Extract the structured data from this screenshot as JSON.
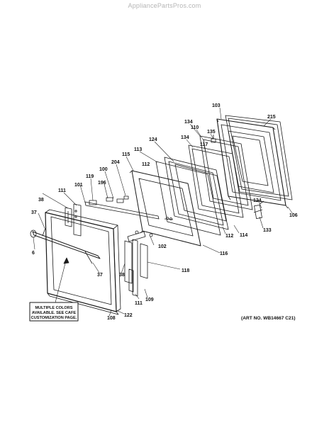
{
  "watermark": "AppliancePartsPros.com",
  "art_number": "(ART NO. WB14667 C21)",
  "note_lines": [
    "MULTIPLE COLORS",
    "AVAILABLE. SEE CAFE",
    "CUSTOMIZATION PAGE."
  ],
  "labels": {
    "p103": "103",
    "p215": "215",
    "p134a": "134",
    "p110": "110",
    "p135": "135",
    "p134b": "134",
    "p117": "117",
    "p124a": "124",
    "p113": "113",
    "p115": "115",
    "p204": "204",
    "p112a": "112",
    "p100": "100",
    "p119": "119",
    "p196": "196",
    "p101": "101",
    "p38a": "38",
    "p111a": "111",
    "p37a": "37",
    "p6": "6",
    "p37b": "37",
    "p38b": "38",
    "p102": "102",
    "p124b": "124",
    "p106": "106",
    "p133": "133",
    "p114": "114",
    "p112b": "112",
    "p116": "116",
    "p118": "118",
    "p109": "109",
    "p111b": "111",
    "p122": "122",
    "p108": "108"
  }
}
